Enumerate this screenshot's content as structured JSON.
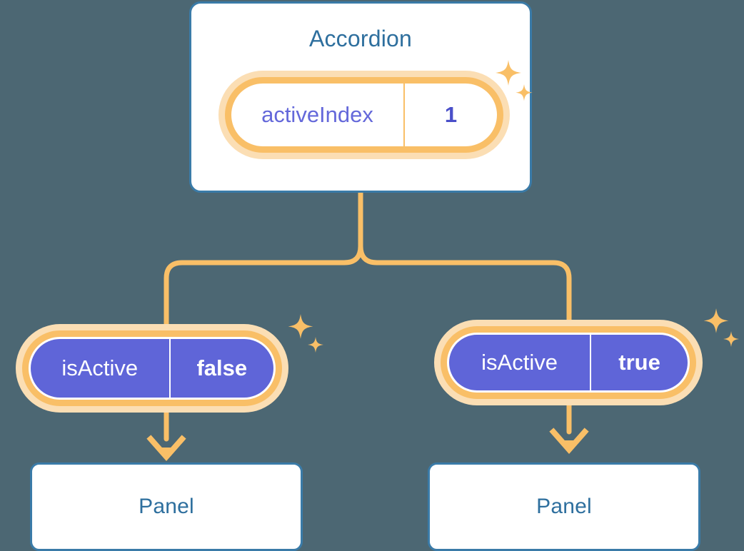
{
  "diagram": {
    "type": "component-tree",
    "background_color": "#4c6773",
    "accent_colors": {
      "card_border": "#3a7ba8",
      "card_text": "#2e6f9e",
      "pill_ring": "#f9bf67",
      "pill_halo": "#fbdeb4",
      "state_purple": "#5f65d8",
      "key_text_purple": "#6468da",
      "value_text_purple": "#4a4fc9",
      "connector": "#f9bf67"
    }
  },
  "root": {
    "title": "Accordion",
    "state": {
      "key": "activeIndex",
      "value": "1"
    },
    "sparkle_icon": "sparkles-icon"
  },
  "branches": [
    {
      "id": "left",
      "state": {
        "key": "isActive",
        "value": "false"
      },
      "sparkle_icon": "sparkles-icon",
      "child": {
        "title": "Panel"
      },
      "arrow_icon": "arrow-down-icon"
    },
    {
      "id": "right",
      "state": {
        "key": "isActive",
        "value": "true"
      },
      "sparkle_icon": "sparkles-icon",
      "child": {
        "title": "Panel"
      },
      "arrow_icon": "arrow-down-icon"
    }
  ]
}
